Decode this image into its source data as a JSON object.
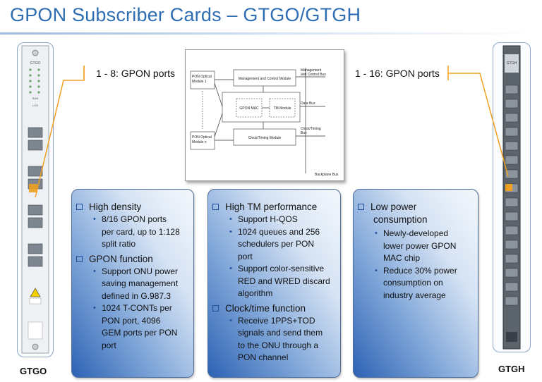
{
  "title": "GPON Subscriber Cards – GTGO/GTGH",
  "left_card": {
    "name": "GTGO",
    "ports_label": "1 - 8: GPON ports",
    "top_text": "GTGO",
    "indicator_labels": [
      "RUN",
      "LOS"
    ]
  },
  "right_card": {
    "name": "GTGH",
    "ports_label": "1 - 16: GPON ports",
    "top_text": "GTGH"
  },
  "diagram": {
    "pon_module_1": [
      "PON Optical",
      "Module 1"
    ],
    "pon_module_n": [
      "PON Optical",
      "Module n"
    ],
    "mgmt_module": "Management and Control Module",
    "gpon_mac": "GPON MAC",
    "tm_module": "TM Module",
    "clock_module": "Clock/Timing Module",
    "mgmt_bus": [
      "Management",
      "and Control Bus"
    ],
    "data_bus": "Data Bus",
    "clock_bus": [
      "Clock/Timing",
      "Bus"
    ],
    "backplane_bus": "Backplane Bus"
  },
  "callouts": [
    {
      "sections": [
        {
          "heading": [
            "High density"
          ],
          "bullets": [
            [
              "8/16 GPON ports",
              "per card, up to 1:128",
              "split ratio"
            ]
          ]
        },
        {
          "heading": [
            "GPON  function"
          ],
          "bullets": [
            [
              "Support ONU power",
              "saving management",
              "defined in G.987.3"
            ],
            [
              "1024 T-CONTs per",
              "PON port, 4096",
              "GEM ports per PON",
              "port"
            ]
          ]
        }
      ]
    },
    {
      "sections": [
        {
          "heading": [
            "High TM performance"
          ],
          "bullets": [
            [
              "Support H-QOS"
            ],
            [
              "1024 queues and 256",
              "schedulers per PON",
              "port"
            ],
            [
              "Support color-sensitive",
              "RED and WRED discard",
              "algorithm"
            ]
          ]
        },
        {
          "heading": [
            "Clock/time function"
          ],
          "bullets": [
            [
              "Receive 1PPS+TOD",
              "signals  and send  them",
              "to the ONU through a",
              "PON channel"
            ]
          ]
        }
      ]
    },
    {
      "sections": [
        {
          "heading": [
            "Low power",
            "consumption"
          ],
          "bullets": [
            [
              "Newly-developed",
              "lower power  GPON",
              "MAC chip"
            ],
            [
              "Reduce 30% power",
              "consumption on",
              "industry average"
            ]
          ]
        }
      ]
    }
  ],
  "colors": {
    "title": "#2f6db3",
    "callout_dark": "#2d62b4",
    "accent_orange": "#f0a020"
  }
}
